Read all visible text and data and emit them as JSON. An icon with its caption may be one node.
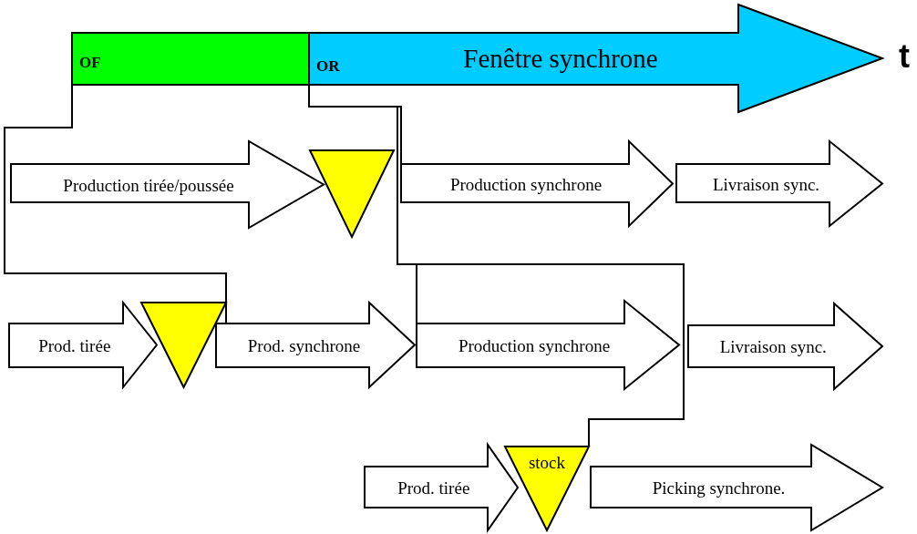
{
  "diagram": {
    "nodes": [
      {
        "text": [
          "OF"
        ]
      },
      {
        "text": [
          "OR",
          "Fenêtre synchrone"
        ]
      },
      {
        "text": [
          "Production tirée/poussée"
        ]
      },
      {
        "text": [],
        "shape": "triangle"
      },
      {
        "text": [
          "Production synchrone"
        ]
      },
      {
        "text": [
          "Livraison sync."
        ]
      },
      {
        "text": [
          "Prod. tirée"
        ]
      },
      {
        "text": [],
        "shape": "triangle"
      },
      {
        "text": [
          "Prod. synchrone"
        ]
      },
      {
        "text": [
          "Production synchrone"
        ]
      },
      {
        "text": [
          "Livraison sync."
        ]
      },
      {
        "text": [
          "Prod. tirée"
        ]
      },
      {
        "text": [
          "stock"
        ]
      },
      {
        "text": [
          "Picking synchrone."
        ]
      }
    ],
    "edges": [
      {
        "from": 0,
        "to": 8,
        "arrow": "none"
      },
      {
        "from": 1,
        "to": 4,
        "arrow": "none"
      },
      {
        "from": 1,
        "to": 9,
        "arrow": "none"
      },
      {
        "from": 1,
        "to": 12,
        "arrow": "none"
      }
    ],
    "labels": [
      "t"
    ]
  }
}
